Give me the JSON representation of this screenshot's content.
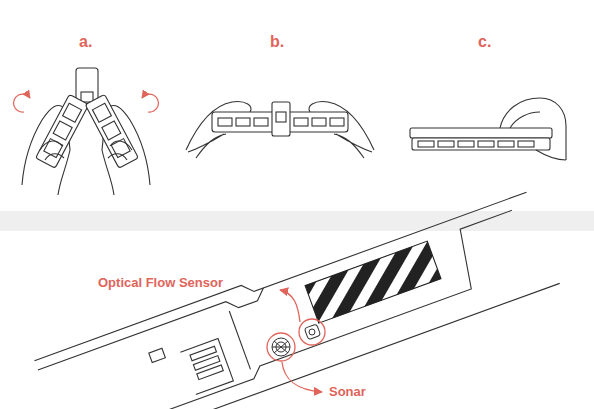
{
  "diagram": {
    "labels": [
      "a.",
      "b.",
      "c.",
      "Optical Flow Sensor",
      "Sonar"
    ]
  }
}
